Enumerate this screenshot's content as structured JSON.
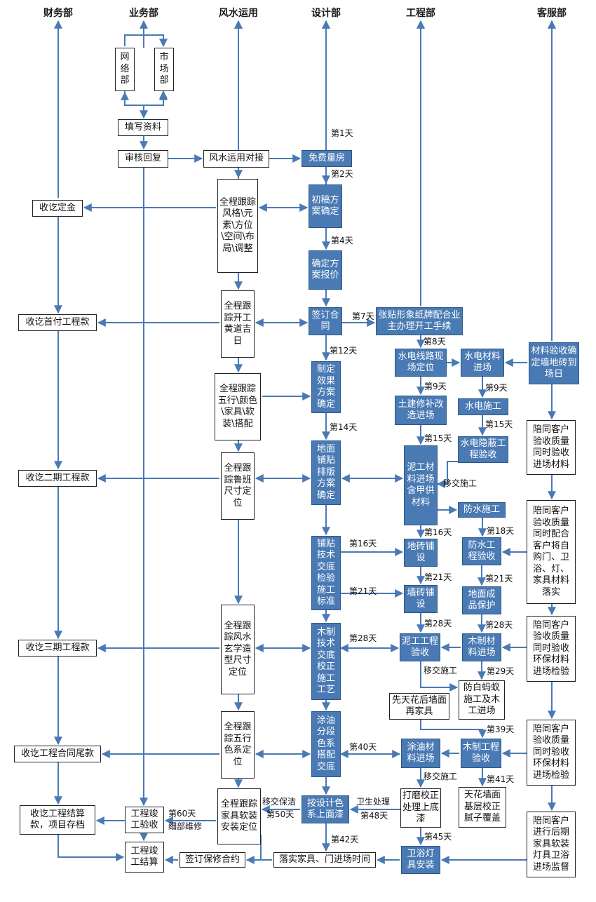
{
  "departments": [
    "财务部",
    "业务部",
    "风水运用",
    "设计部",
    "工程部",
    "客服部"
  ],
  "nodes": {
    "net_dept": "网络部",
    "market_dept": "市场部",
    "fill_info": "填写资料",
    "review_reply": "审核回复",
    "fengshui_dock": "风水运用对接",
    "free_measure": "免费量房",
    "track_style": "全程跟踪风格\\元素\\方位\\空间\\布局\\调整",
    "collect_deposit": "收讫定金",
    "initial_plan": "初稿方案确定",
    "confirm_quote": "确定方案报价",
    "track_groundbreak": "全程跟踪开工黄道吉日",
    "collect_first": "收讫首付工程款",
    "sign_contract": "签订合同",
    "post_notice": "张贴形象纸牌配合业主办理开工手续",
    "track_fiveelements": "全程跟踪五行\\颜色\\家具\\软装\\搭配",
    "render_plan": "制定效果方案确定",
    "hydro_layout": "水电线路现场定位",
    "hydro_material": "水电材料进场",
    "material_accept": "材料验收确定墙地砖到场日",
    "civil_repair": "土建修补改造进场",
    "hydro_construct": "水电施工",
    "track_luban": "全程跟踪鲁班尺寸定位",
    "collect_second": "收讫二期工程款",
    "floor_plan": "地面铺贴排版方案确定",
    "masonry_material": "泥工材料进场含甲供材料",
    "hydro_hidden": "水电隐蔽工程验收",
    "cs_accompany1": "陪同客户验收质量同时验收进场材料",
    "waterproof": "防水施工",
    "cs_accompany2": "陪同客户验收质量同时配合客户将自购门、卫浴、灯、家具材料落实",
    "tile_tech": "铺贴技术交底检验施工标准",
    "floor_tile": "地砖铺设",
    "waterproof_accept": "防水工程验收",
    "wall_tile": "墙砖铺设",
    "floor_protect": "地面成品保护",
    "track_fengshui": "全程跟踪风水玄学造型尺寸定位",
    "collect_third": "收讫三期工程款",
    "wood_tech": "木制技术交底校正施工工艺",
    "masonry_accept": "泥工工程验收",
    "wood_material": "木制材料进场",
    "cs_accompany3": "陪同客户验收质量同时验收环保材料进场检验",
    "termite": "防白蚂蚁施工及木工进场",
    "ceiling_first": "先天花后墙面再家具",
    "track_colors": "全程跟踪五行色系定位",
    "collect_final": "收讫工程合同尾款",
    "paint_tech": "涂油分段色系搭配交底",
    "paint_material": "涂油材料进场",
    "wood_accept": "木制工程验收",
    "cs_accompany4": "陪同客户验收质量同时验收环保材料进场检验",
    "collect_settle": "收讫工程结算款，项目存档",
    "completion_accept": "工程竣工验收",
    "track_soft": "全程跟踪家具软装安装定位",
    "paint_by_color": "按设计色系上面漆",
    "sanding": "打磨校正处理上底漆",
    "ceiling_putty": "天花墙面基层校正腻子覆盖",
    "cs_accompany5": "陪同客户进行后期家具软装灯具卫浴进场监督",
    "completion_settle": "工程竣工结算",
    "sign_warranty": "签订保修合约",
    "furniture_time": "落实家具、门进场时间",
    "bath_light": "卫浴灯具安装"
  },
  "labels": {
    "d1": "第1天",
    "d2": "第2天",
    "d4": "第4天",
    "d7": "第7天",
    "d8": "第8天",
    "d12": "第12天",
    "d9a": "第9天",
    "d9b": "第9天",
    "d14": "第14天",
    "d15a": "第15天",
    "d15b": "第15天",
    "handover1": "移交施工",
    "d16a": "第16天",
    "d16b": "第16天",
    "d18": "第18天",
    "d21a": "第21天",
    "d21b": "第21天",
    "d21c": "第21天",
    "d28a": "第28天",
    "d28b": "第28天",
    "d28c": "第28天",
    "d29": "第29天",
    "handover2": "移交施工",
    "d39": "第39天",
    "d40": "第40天",
    "handover3": "移交施工",
    "d41": "第41天",
    "clean_handover": "移交保洁",
    "d50": "第50天",
    "sanitary": "卫生处理",
    "d48": "第48天",
    "d60": "第60天",
    "detail_repair": "细部维修",
    "d42": "第42天",
    "d45": "第45天"
  },
  "colors": {
    "blue_box": "#4a7ab4",
    "line": "#4a7ab4"
  }
}
